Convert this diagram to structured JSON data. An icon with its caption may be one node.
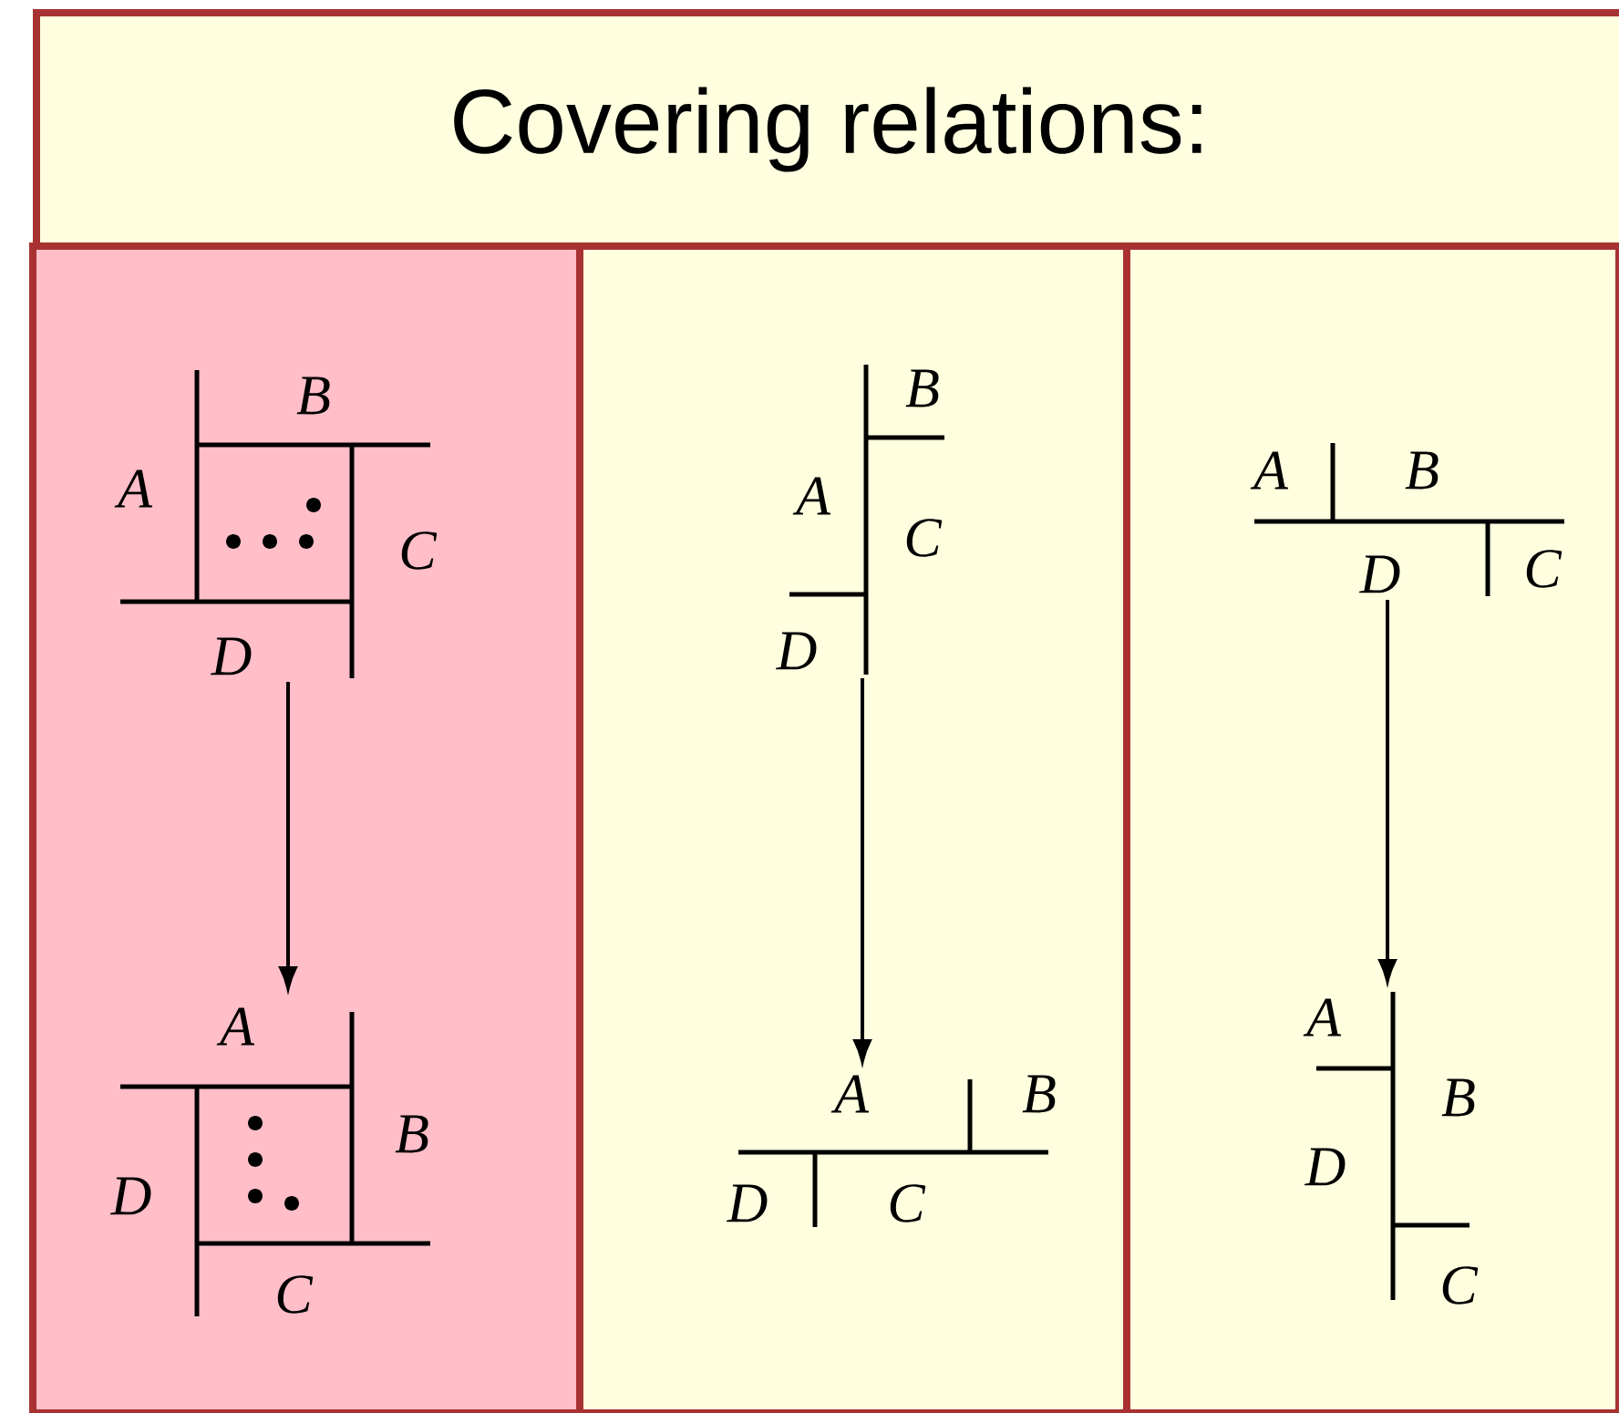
{
  "diagram": {
    "nodes": [
      {
        "text": [
          "Covering relations:"
        ]
      },
      {
        "text": [],
        "shape": "box"
      },
      {
        "text": [],
        "shape": "box"
      },
      {
        "text": [],
        "shape": "box"
      },
      {
        "text": [
          "B",
          "A",
          "C",
          "D"
        ],
        "in": 1
      },
      {
        "text": [
          "B",
          "A",
          "C",
          "D"
        ],
        "in": 2
      },
      {
        "text": [
          "A",
          "B",
          "D",
          "C"
        ],
        "in": 3
      },
      {
        "text": [
          "A",
          "B",
          "D",
          "C"
        ],
        "in": 1
      },
      {
        "text": [
          "A",
          "B",
          "D",
          "C"
        ],
        "in": 2
      },
      {
        "text": [
          "A",
          "B",
          "D",
          "C"
        ],
        "in": 3
      }
    ],
    "edges": [
      {
        "from": 4,
        "to": 7,
        "arrow": "to"
      },
      {
        "from": 5,
        "to": 8,
        "arrow": "to"
      },
      {
        "from": 6,
        "to": 9,
        "arrow": "to"
      }
    ]
  }
}
